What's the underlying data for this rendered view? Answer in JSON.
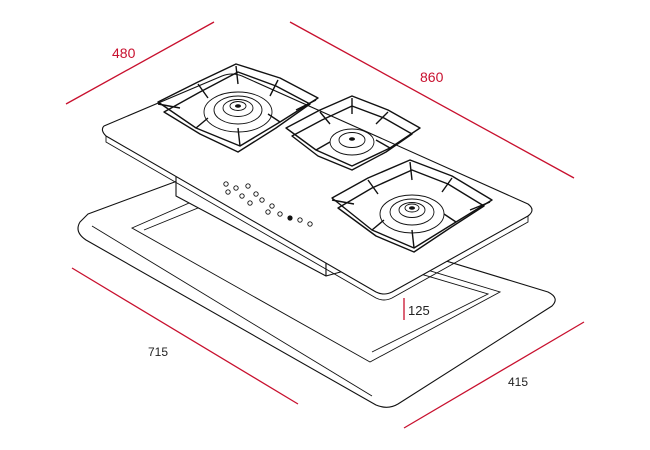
{
  "dimensions": {
    "width_top": "860",
    "depth_top": "480",
    "width_cutout": "715",
    "depth_cutout": "415",
    "height": "125"
  },
  "colors": {
    "dimension_line": "#c8102e",
    "outline": "#111111"
  }
}
